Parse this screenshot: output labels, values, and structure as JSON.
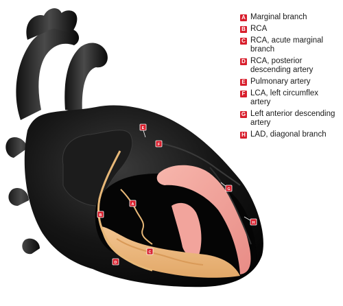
{
  "colors": {
    "badge": "#d81e2c",
    "heart": "#0c0c0c",
    "ventricle_wall": "#f0a098",
    "artery": "#e8b878"
  },
  "legend": [
    {
      "letter": "A",
      "label": "Marginal branch"
    },
    {
      "letter": "B",
      "label": "RCA"
    },
    {
      "letter": "C",
      "label": "RCA, acute marginal branch"
    },
    {
      "letter": "D",
      "label": "RCA, posterior descending artery"
    },
    {
      "letter": "E",
      "label": "Pulmonary artery"
    },
    {
      "letter": "F",
      "label": "LCA, left circumflex artery"
    },
    {
      "letter": "G",
      "label": "Left anterior descending artery"
    },
    {
      "letter": "H",
      "label": "LAD, diagonal branch"
    }
  ],
  "pins": {
    "a": "A",
    "b": "B",
    "c": "C",
    "d": "D",
    "e": "E",
    "f": "F",
    "g": "G",
    "h": "H"
  }
}
